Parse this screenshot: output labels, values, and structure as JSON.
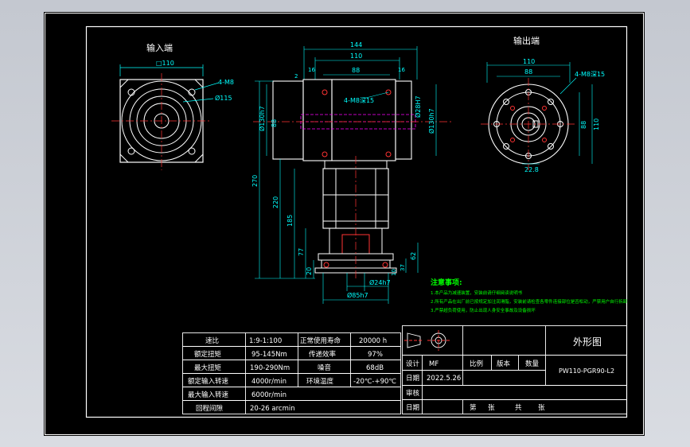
{
  "colors": {
    "background": "#000000",
    "outline": "#ffffff",
    "dimension": "#00ffff",
    "centerline": "#ff3333",
    "hidden_line": "#ff00ff",
    "note": "#00ff00",
    "window_bg": "#c8ccd4"
  },
  "views": {
    "input_title": "输入端",
    "output_title": "输出端",
    "input_dims": {
      "width": "□110",
      "holes": "4-M8",
      "pcd": "Ø115"
    },
    "front_dims": {
      "top_total": "144",
      "top_1": "110",
      "top_2": "88",
      "left_small_1": "2",
      "left_small_2": "16",
      "right_small": "16",
      "holes": "4-M8深15",
      "bore_right": "Ø28H7",
      "left_diam": "Ø130h7",
      "left_mid": "88",
      "right_diam": "Ø130h7",
      "height_total": "270",
      "height_a": "220",
      "height_b": "185",
      "height_c": "77",
      "height_d": "20",
      "right_r1": "62",
      "right_r2": "37",
      "right_r3": "10",
      "bottom_1": "Ø24h7",
      "bottom_2": "Ø85h7"
    },
    "output_dims": {
      "top": "110",
      "inner": "88",
      "holes": "4-M8深15",
      "right_1": "88",
      "right_2": "110",
      "bottom": "22.8"
    }
  },
  "notes": {
    "title": "注意事项:",
    "lines": [
      "1.本产品为减速装置，安装前请仔细阅读说明书",
      "2.所有产品在出厂前已按规定加注润滑脂，安装前请检查各零件连接部位是否松动，严禁用户自行拆卸",
      "3.严禁超负荷使用，防止出现人身安全事故及设备损坏"
    ]
  },
  "spec_table": {
    "rows": [
      [
        "速比",
        "1:9-1:100",
        "正常使用寿命",
        "20000 h"
      ],
      [
        "额定扭矩",
        "95-145Nm",
        "传递效率",
        "97%"
      ],
      [
        "最大扭矩",
        "190-290Nm",
        "噪音",
        "68dB"
      ],
      [
        "额定输入转速",
        "4000r/min",
        "环境温度",
        "-20℃-+90℃"
      ],
      [
        "最大输入转速",
        "6000r/min",
        "",
        ""
      ],
      [
        "回程间隙",
        "20-26 arcmin",
        "",
        ""
      ]
    ]
  },
  "title_block": {
    "drawing_title": "外形图",
    "model": "PW110-PGR90-L2",
    "design_label": "设计",
    "design_value": "MF",
    "scale_label": "比例",
    "version_label": "版本",
    "qty_label": "数量",
    "date_label": "日期",
    "date_value": "2022.5.26",
    "review_label": "审核",
    "date2_label": "日期",
    "sheet_text": [
      "第",
      "张",
      "共",
      "张"
    ]
  }
}
